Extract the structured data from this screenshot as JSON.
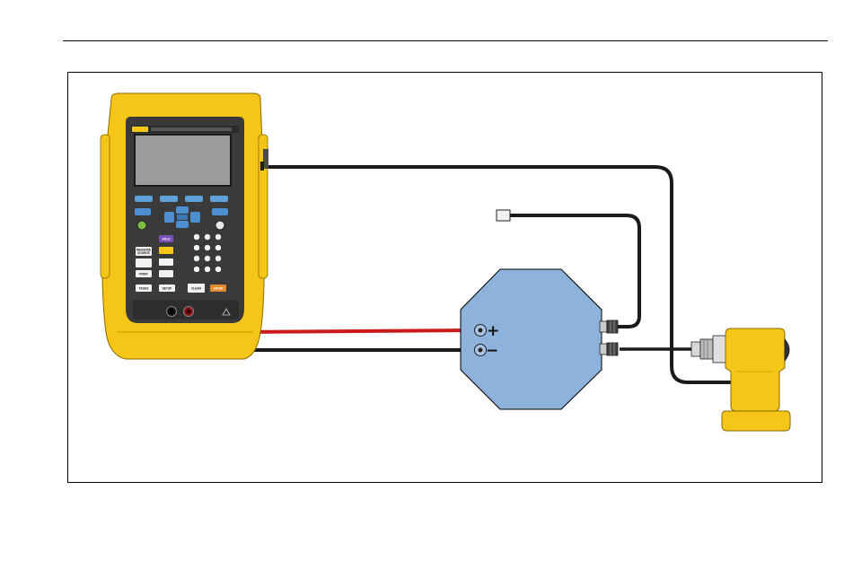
{
  "figure": {
    "colors": {
      "calibrator_body": "#f5c518",
      "calibrator_bezel": "#3a3a3a",
      "screen": "#9c9c9c",
      "sensor_box": "#8db2dc",
      "red_lead": "#cc1a1a",
      "black_lead": "#1a1a1a",
      "module_body": "#f5c518"
    },
    "calibrator": {
      "keypad_labels": {
        "hold": "HOLD",
        "measure_source_1": "MEASURE",
        "measure_source_2": "SOURCE",
        "print": "PRINT",
        "tasks": "TASKS",
        "setup": "SETUP",
        "clear": "CLEAR",
        "enter": "ENTER"
      }
    },
    "sensor_terminals": {
      "plus_symbol": "+",
      "minus_symbol": "−"
    }
  }
}
